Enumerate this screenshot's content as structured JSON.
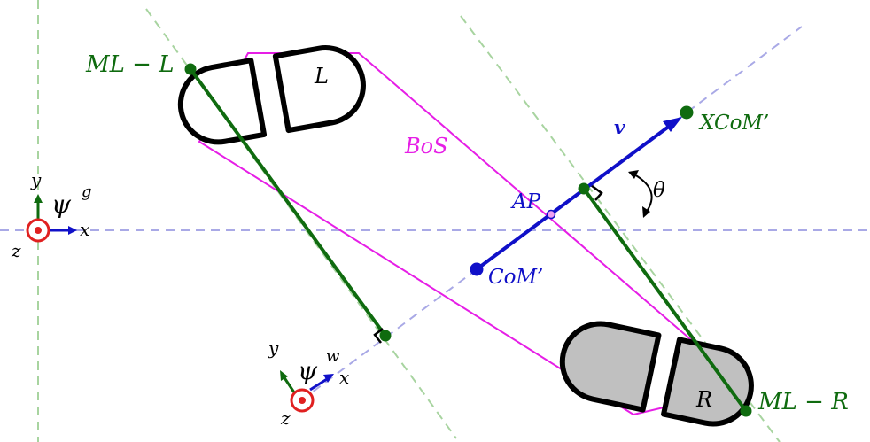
{
  "labels": {
    "ml_left": "ML − L",
    "ml_right": "ML − R",
    "left_foot": "L",
    "right_foot": "R",
    "bos": "BoS",
    "ap": "AP",
    "com": "CoM’",
    "xcom": "XCoM’",
    "velocity": "v",
    "theta": "θ",
    "global_frame": {
      "psi": "ψ",
      "sup": "g",
      "x": "x",
      "y": "y",
      "z": "z"
    },
    "walking_frame": {
      "psi": "ψ",
      "sup": "w",
      "x": "x",
      "y": "y",
      "z": "z"
    }
  },
  "colors": {
    "green": "#0f6b0f",
    "blue": "#1010c8",
    "magenta": "#e61ee6",
    "red": "#e02020",
    "axis_dashed": "#a9a9e6",
    "green_dashed": "#a8d4a0",
    "foot_gray": "#c0c0c0"
  }
}
